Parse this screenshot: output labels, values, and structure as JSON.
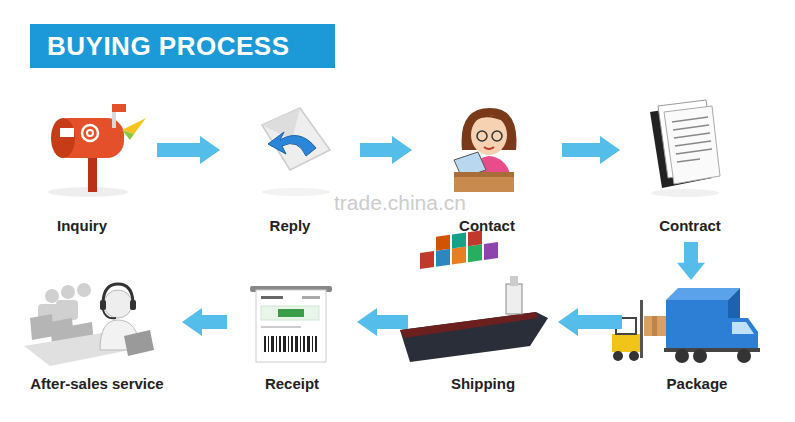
{
  "diagram": {
    "title": "BUYING PROCESS",
    "nodes": [
      {
        "text": [
          "Inquiry"
        ]
      },
      {
        "text": [
          "Reply"
        ]
      },
      {
        "text": [
          "Contact"
        ]
      },
      {
        "text": [
          "Contract"
        ]
      },
      {
        "text": [
          "Package"
        ]
      },
      {
        "text": [
          "Shipping"
        ]
      },
      {
        "text": [
          "Receipt"
        ]
      },
      {
        "text": [
          "After-sales service"
        ]
      }
    ],
    "edges": [
      {
        "from": 0,
        "to": 1,
        "arrow": "to"
      },
      {
        "from": 1,
        "to": 2,
        "arrow": "to"
      },
      {
        "from": 2,
        "to": 3,
        "arrow": "to"
      },
      {
        "from": 3,
        "to": 4,
        "arrow": "to"
      },
      {
        "from": 4,
        "to": 5,
        "arrow": "to"
      },
      {
        "from": 5,
        "to": 6,
        "arrow": "to"
      },
      {
        "from": 6,
        "to": 7,
        "arrow": "to"
      }
    ],
    "labels": [
      "trade.china.cn"
    ]
  }
}
